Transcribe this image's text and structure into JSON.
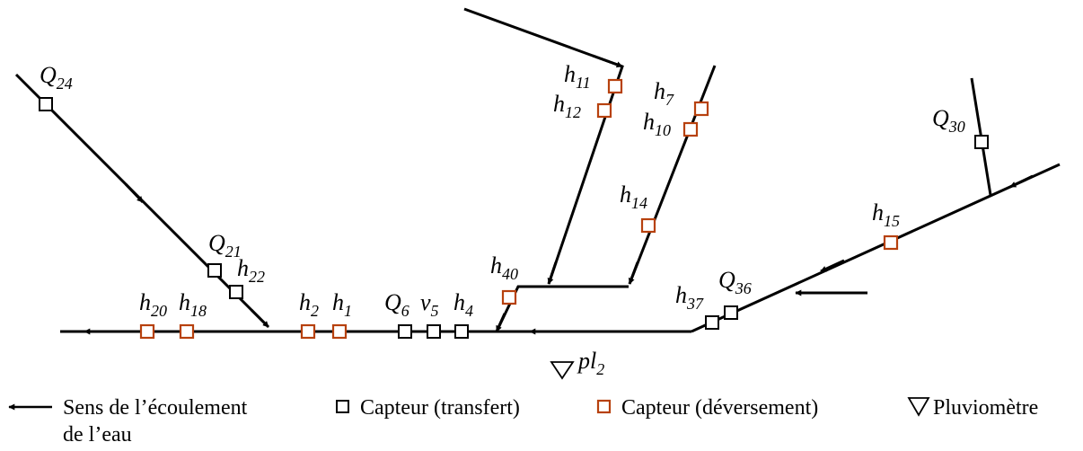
{
  "sensors": {
    "Q24": {
      "base": "Q",
      "sub": "24",
      "kind": "transfert"
    },
    "Q21": {
      "base": "Q",
      "sub": "21",
      "kind": "transfert"
    },
    "h22": {
      "base": "h",
      "sub": "22",
      "kind": "transfert"
    },
    "h20": {
      "base": "h",
      "sub": "20",
      "kind": "deversement"
    },
    "h18": {
      "base": "h",
      "sub": "18",
      "kind": "deversement"
    },
    "h2": {
      "base": "h",
      "sub": "2",
      "kind": "deversement"
    },
    "h1": {
      "base": "h",
      "sub": "1",
      "kind": "deversement"
    },
    "Q6": {
      "base": "Q",
      "sub": "6",
      "kind": "transfert"
    },
    "v5": {
      "base": "v",
      "sub": "5",
      "kind": "transfert"
    },
    "h4": {
      "base": "h",
      "sub": "4",
      "kind": "transfert"
    },
    "h40": {
      "base": "h",
      "sub": "40",
      "kind": "deversement"
    },
    "h11": {
      "base": "h",
      "sub": "11",
      "kind": "deversement"
    },
    "h12": {
      "base": "h",
      "sub": "12",
      "kind": "deversement"
    },
    "h7": {
      "base": "h",
      "sub": "7",
      "kind": "deversement"
    },
    "h10": {
      "base": "h",
      "sub": "10",
      "kind": "deversement"
    },
    "h14": {
      "base": "h",
      "sub": "14",
      "kind": "deversement"
    },
    "h37": {
      "base": "h",
      "sub": "37",
      "kind": "transfert"
    },
    "Q36": {
      "base": "Q",
      "sub": "36",
      "kind": "transfert"
    },
    "h15": {
      "base": "h",
      "sub": "15",
      "kind": "deversement"
    },
    "Q30": {
      "base": "Q",
      "sub": "30",
      "kind": "transfert"
    }
  },
  "raingauge": {
    "base": "pl",
    "sub": "2"
  },
  "legend": {
    "flow_line1": "Sens de l’écoulement",
    "flow_line2": "de l’eau",
    "transfer": "Capteur (transfert)",
    "overflow": "Capteur (déversement)",
    "raingauge": "Pluviomètre"
  },
  "colors": {
    "transfer": "#000000",
    "overflow": "#b7410e",
    "pipe": "#000000"
  }
}
